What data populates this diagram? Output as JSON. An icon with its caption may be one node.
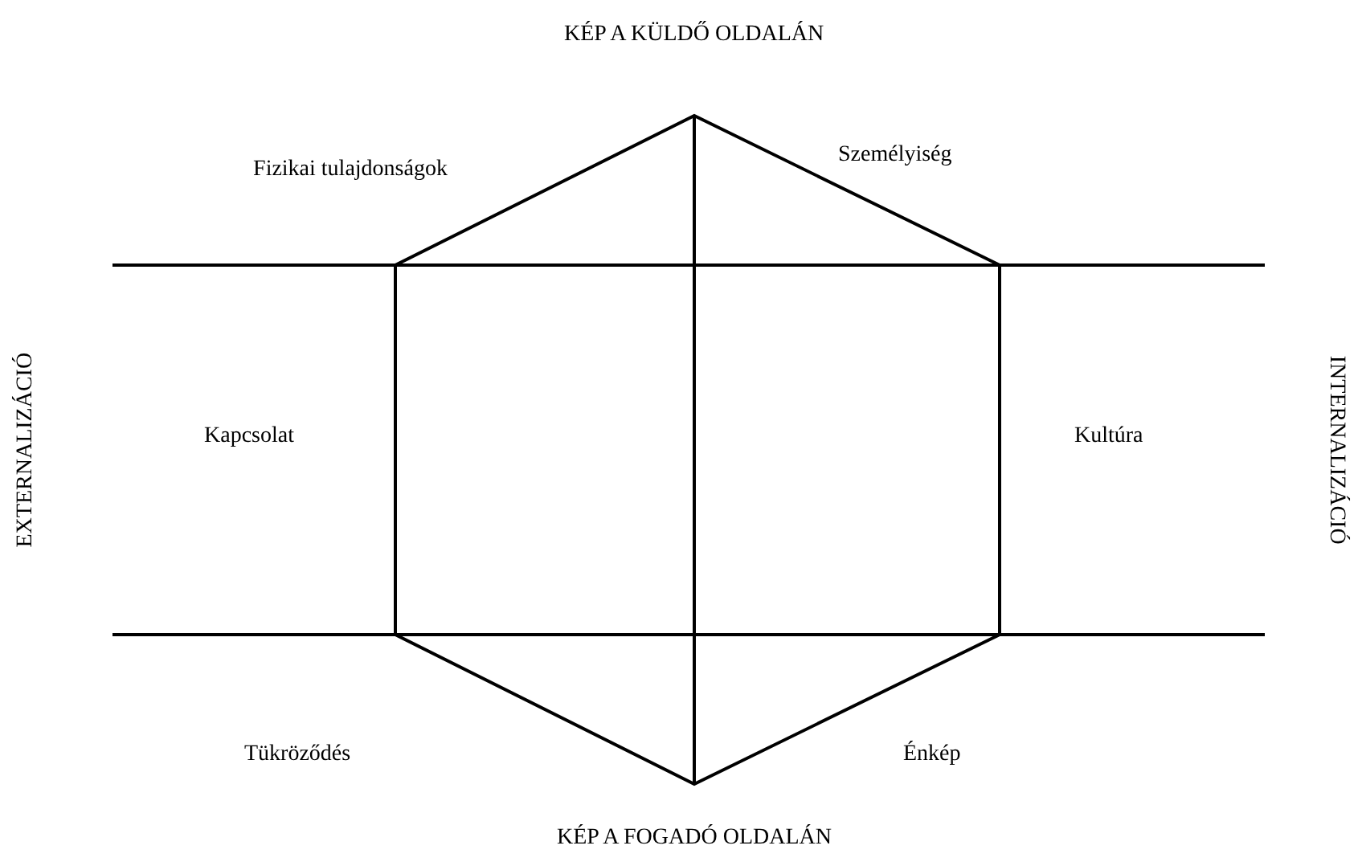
{
  "diagram": {
    "title": "KÉP A KÜLDŐ OLDALÁN",
    "caption": "KÉP A FOGADÓ OLDALÁN",
    "labels": [
      "Fizikai tulajdonságok",
      "Személyiség",
      "EXTERNALIZÁCIÓ",
      "Kapcsolat",
      "Kultúra",
      "INTERNALIZÁCIÓ",
      "Tükröződés",
      "Énkép"
    ]
  }
}
